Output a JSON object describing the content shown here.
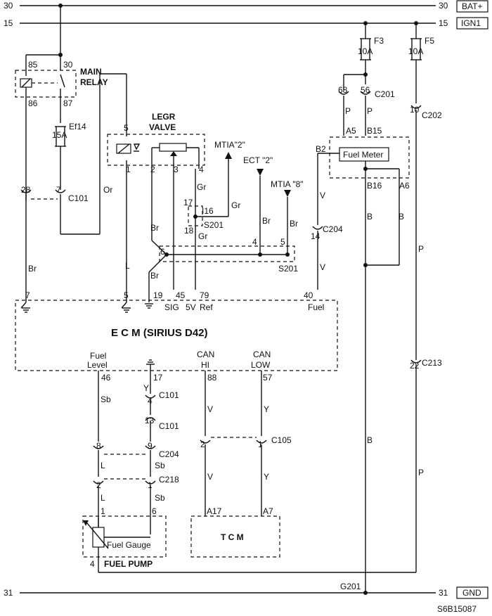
{
  "rails": {
    "bat_num_left": "30",
    "bat_num_right": "30",
    "bat_label": "BAT+",
    "ign_num_left": "15",
    "ign_num_right": "15",
    "ign_label": "IGN1",
    "gnd_num_left": "31",
    "gnd_num_right": "31",
    "gnd_label": "GND"
  },
  "main_relay": {
    "label_line1": "MAIN",
    "label_line2": "RELAY",
    "pin_85": "85",
    "pin_30": "30",
    "pin_86": "86",
    "pin_87": "87"
  },
  "fuse_ef14": {
    "name": "Ef14",
    "rating": "15A"
  },
  "fuse_f3": {
    "name": "F3",
    "rating": "10A"
  },
  "fuse_f5": {
    "name": "F5",
    "rating": "10A"
  },
  "legr_valve": {
    "label_line1": "LEGR",
    "label_line2": "VALVE",
    "pin_5": "5",
    "pin_1": "1",
    "pin_2": "2",
    "pin_3": "3",
    "pin_4": "4"
  },
  "connectors": {
    "c101": "C101",
    "c101b": "C101",
    "c101c": "C101",
    "c201": "C201",
    "c202": "C202",
    "c204": "C204",
    "c204b": "C204",
    "c218": "C218",
    "c105": "C105",
    "c213": "C213",
    "s201a": "S201",
    "s201b": "S201",
    "i16": "I16"
  },
  "pins": {
    "p28": "28",
    "p7": "7",
    "p17": "17",
    "p18": "18",
    "p6": "6",
    "p4": "4",
    "p5": "5",
    "p68": "68",
    "p56": "56",
    "p10": "10",
    "pA5": "A5",
    "pB15": "B15",
    "pB2": "B2",
    "pB16": "B16",
    "pA6": "A6",
    "p14": "14",
    "p22": "22",
    "ecm7": "7",
    "ecm5": "5",
    "ecm19": "19",
    "ecm45": "45",
    "ecm79": "79",
    "ecm40": "40",
    "ecm46": "46",
    "ecm17": "17",
    "ecm88": "88",
    "ecm57": "57",
    "c101_4": "4",
    "c101_13": "13",
    "c204_8": "8",
    "c204_9": "9",
    "c218_2": "2",
    "c218_1": "1",
    "c105_2": "2",
    "c105_1": "1",
    "fp1": "1",
    "fp6": "6",
    "fp4": "4",
    "tcmA17": "A17",
    "tcmA7": "A7"
  },
  "wires": {
    "br1": "Br",
    "or": "Or",
    "l": "L",
    "br2": "Br",
    "gr1": "Gr",
    "gr2": "Gr",
    "gr3": "Gr",
    "br3": "Br",
    "br4": "Br",
    "br5": "Br",
    "p1": "P",
    "p2": "P",
    "v1": "V",
    "v2": "V",
    "b1": "B",
    "b2": "B",
    "b3": "B",
    "p3": "P",
    "p4": "P",
    "y1": "Y",
    "sb1": "Sb",
    "sb2": "Sb",
    "sb3": "Sb",
    "l2": "L",
    "l3": "L",
    "v3": "V",
    "v4": "V",
    "y2": "Y",
    "y3": "Y"
  },
  "refs": {
    "mtia2": "MTIA\"2\"",
    "ect2": "ECT \"2\"",
    "mtia8": "MTIA \"8\""
  },
  "ecm": {
    "title": "E  C  M (SIRIUS D42)",
    "sig": "SIG",
    "v5": "5V",
    "ref": "Ref",
    "fuel": "Fuel",
    "fuel_level_1": "Fuel",
    "fuel_level_2": "Level",
    "can_hi_1": "CAN",
    "can_hi_2": "HI",
    "can_low_1": "CAN",
    "can_low_2": "LOW"
  },
  "fuel_meter": {
    "label": "Fuel Meter"
  },
  "fuel_pump": {
    "label": "FUEL PUMP",
    "gauge": "Fuel Gauge"
  },
  "tcm": {
    "label": "T  C  M"
  },
  "ground": {
    "label": "G201"
  },
  "doc_id": "S6B15087"
}
